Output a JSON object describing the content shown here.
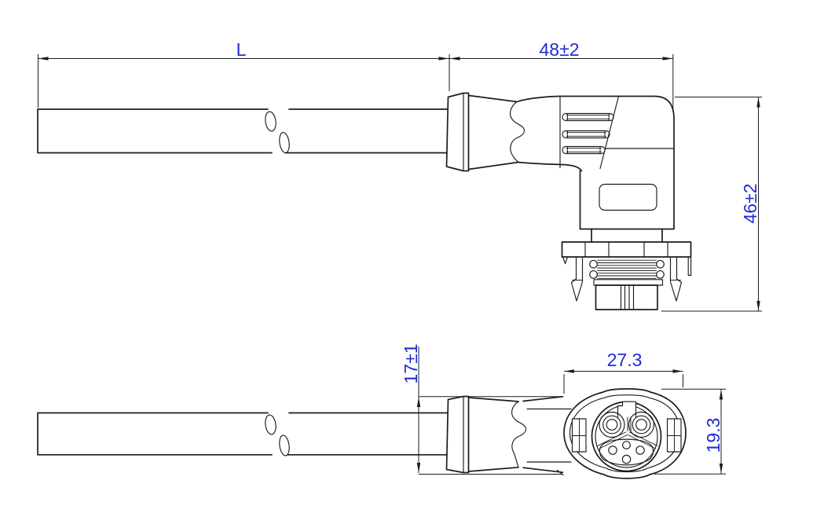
{
  "drawing": {
    "background": "#ffffff",
    "line_color": "#1c1c1c",
    "dim_color": "#1f2cd4",
    "dims": {
      "cable_length": "L",
      "connector_length": "48±2",
      "connector_height": "46±2",
      "boot_diameter": "17±1",
      "face_width": "27.3",
      "face_height": "19.3"
    }
  }
}
